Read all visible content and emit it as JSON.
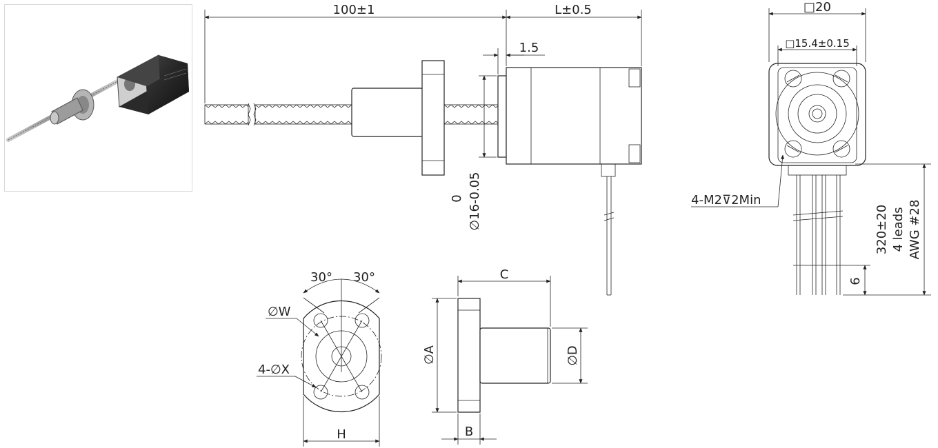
{
  "photo": {
    "icon": "stepper-motor-photo"
  },
  "side_view": {
    "screw_length": "100±1",
    "motor_length": "L±0.5",
    "pilot_offset": "1.5",
    "pilot_tol": "0",
    "pilot_dia": "∅16-0.05"
  },
  "end_view": {
    "body_square": "□20",
    "hole_square": "□15.4±0.15",
    "tapped_holes": "4-M2⊽2Min",
    "lead_length": "320±20",
    "lead_count": "4 leads",
    "lead_gauge": "AWG #28",
    "strip_length": "6"
  },
  "nut_front": {
    "angle_left": "30°",
    "angle_right": "30°",
    "pitch_dia": "∅W",
    "holes": "4-∅X",
    "flange_width": "H"
  },
  "nut_side": {
    "length": "C",
    "flange_dia": "∅A",
    "body_dia": "∅D",
    "flange_thk": "B"
  }
}
